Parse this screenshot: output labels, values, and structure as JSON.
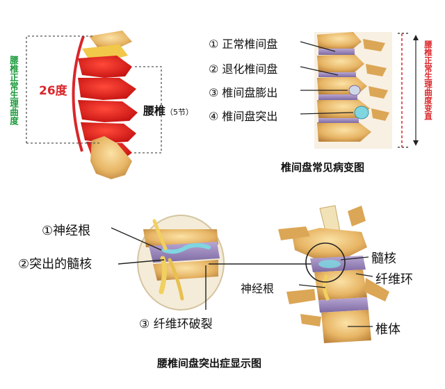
{
  "top_left": {
    "normal_curve_label": "腰椎正常生理曲度",
    "angle_label": "26度",
    "lumbar_label": "腰椎",
    "lumbar_count": "（5节）"
  },
  "top_right": {
    "items": [
      "① 正常椎间盘",
      "② 退化椎间盘",
      "③ 椎间盘膨出",
      "④ 椎间盘突出"
    ],
    "side_label": "腰椎正常生理曲度变直",
    "caption": "椎间盘常见病变图"
  },
  "bottom": {
    "left_labels": [
      "①神经根",
      "②突出的髓核",
      "③ 纤维环破裂"
    ],
    "right_labels": [
      "髓核",
      "纤维环",
      "神经根",
      "椎体"
    ],
    "caption": "腰椎间盘突出症显示图"
  },
  "colors": {
    "green_label": "#1a9a3a",
    "red_label": "#d9262b",
    "vertebra_red": "#e01818",
    "bone": "#e8b868",
    "disc": "#9c8ab8"
  }
}
